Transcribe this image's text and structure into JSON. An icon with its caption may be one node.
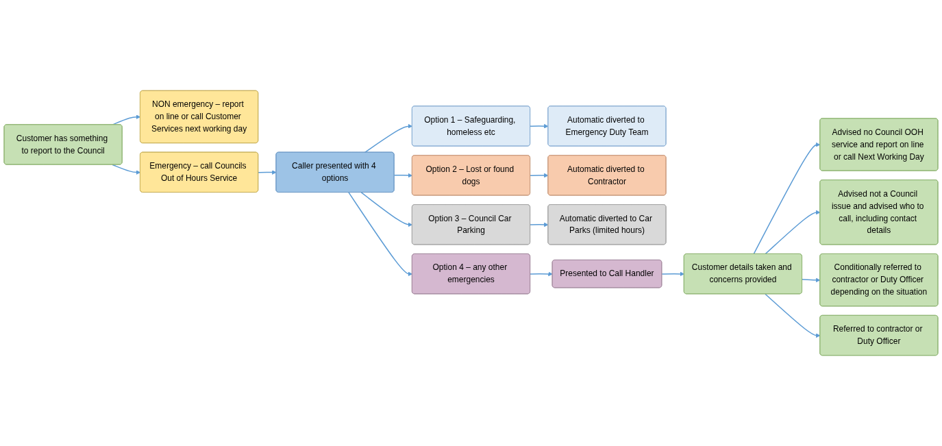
{
  "diagram": {
    "nodes": [
      {
        "text": [
          "Customer has something to report to the Council"
        ]
      },
      {
        "text": [
          "NON emergency – report on line or call Customer Services next working day"
        ]
      },
      {
        "text": [
          "Emergency – call Councils Out of Hours Service"
        ]
      },
      {
        "text": [
          "Caller presented with 4 options"
        ]
      },
      {
        "text": [
          "Option 1 – Safeguarding, homeless etc"
        ]
      },
      {
        "text": [
          "Automatic diverted to Emergency Duty Team"
        ]
      },
      {
        "text": [
          "Option 2 – Lost or found dogs"
        ]
      },
      {
        "text": [
          "Automatic diverted to Contractor"
        ]
      },
      {
        "text": [
          "Option 3 – Council Car Parking"
        ]
      },
      {
        "text": [
          "Automatic diverted to Car Parks (limited hours)"
        ]
      },
      {
        "text": [
          "Option 4 – any other emergencies"
        ]
      },
      {
        "text": [
          "Presented to Call Handler"
        ]
      },
      {
        "text": [
          "Customer details taken and concerns provided"
        ]
      },
      {
        "text": [
          "Advised no Council OOH service and report on line or call Next Working Day"
        ]
      },
      {
        "text": [
          "Advised not a Council issue and advised who to call, including contact details"
        ]
      },
      {
        "text": [
          "Conditionally referred to contractor or Duty Officer depending on the situation"
        ]
      },
      {
        "text": [
          "Referred to contractor or Duty Officer"
        ]
      }
    ],
    "edges": [
      {
        "from": 0,
        "to": 1,
        "arrow": "to"
      },
      {
        "from": 0,
        "to": 2,
        "arrow": "to"
      },
      {
        "from": 2,
        "to": 3,
        "arrow": "to"
      },
      {
        "from": 3,
        "to": 4,
        "arrow": "to"
      },
      {
        "from": 3,
        "to": 6,
        "arrow": "to"
      },
      {
        "from": 3,
        "to": 8,
        "arrow": "to"
      },
      {
        "from": 3,
        "to": 10,
        "arrow": "to"
      },
      {
        "from": 4,
        "to": 5,
        "arrow": "to"
      },
      {
        "from": 6,
        "to": 7,
        "arrow": "to"
      },
      {
        "from": 8,
        "to": 9,
        "arrow": "to"
      },
      {
        "from": 10,
        "to": 11,
        "arrow": "to"
      },
      {
        "from": 11,
        "to": 12,
        "arrow": "to"
      },
      {
        "from": 12,
        "to": 13,
        "arrow": "to"
      },
      {
        "from": 12,
        "to": 14,
        "arrow": "to"
      },
      {
        "from": 12,
        "to": 15,
        "arrow": "to"
      },
      {
        "from": 12,
        "to": 16,
        "arrow": "to"
      }
    ]
  }
}
